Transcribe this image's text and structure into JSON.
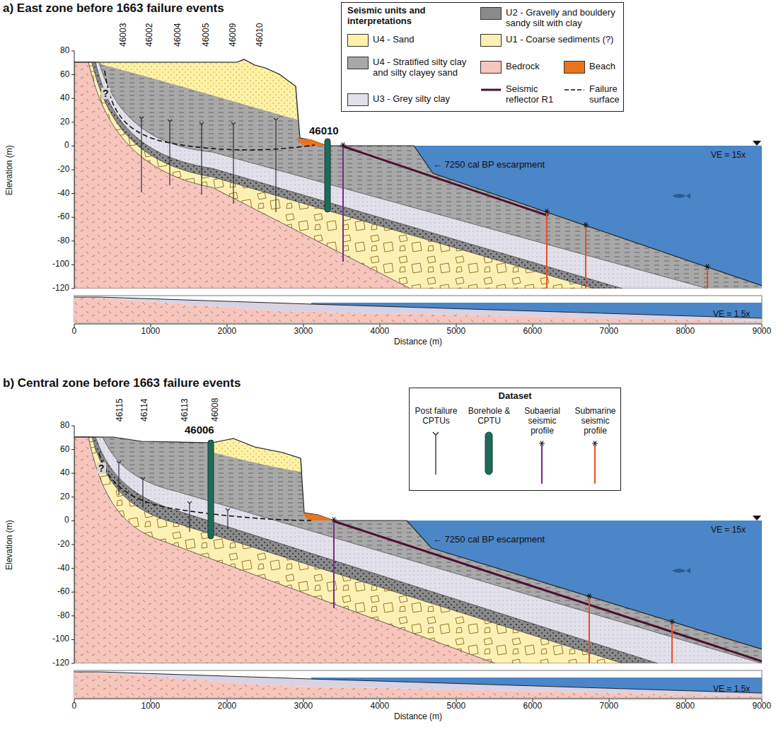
{
  "diagram": {
    "nodes": [
      {
        "text": [
          "Seismic units and interpretations"
        ]
      },
      {
        "text": [
          "Dataset"
        ]
      }
    ],
    "labels": [
      "a) East zone before 1663 failure events",
      "80",
      "60",
      "40",
      "20",
      "0",
      "-20",
      "-40",
      "-60",
      "-80",
      "-100",
      "-120",
      "Elevation (m)",
      "0",
      "1000",
      "2000",
      "3000",
      "4000",
      "5000",
      "6000",
      "7000",
      "8000",
      "9000",
      "Distance (m)",
      "46003",
      "46002",
      "46004",
      "46005",
      "46009",
      "46010",
      "46010",
      "← 7250 cal BP escarpment",
      "VE = 15x",
      "VE = 1.5x",
      "?",
      "b) Central zone before 1663 failure events",
      "80",
      "60",
      "40",
      "20",
      "0",
      "-20",
      "-40",
      "-60",
      "-80",
      "-100",
      "-120",
      "Elevation (m)",
      "0",
      "1000",
      "2000",
      "3000",
      "4000",
      "5000",
      "6000",
      "7000",
      "8000",
      "9000",
      "Distance (m)",
      "46115",
      "46114",
      "46113",
      "46008",
      "46006",
      "← 7250 cal BP escarpment",
      "VE = 15x",
      "VE = 1.5x",
      "?"
    ],
    "legend": [
      {
        "text": "U4 - Sand",
        "color": "#fff2a8"
      },
      {
        "text": "U2 - Gravelly and bouldery sandy silt with clay",
        "color": "#8a8a8a"
      },
      {
        "text": "U4 - Stratified silty clay and silty clayey sand",
        "color": "#a8a8a8"
      },
      {
        "text": "U1 - Coarse sediments (?)",
        "color": "#fdf0b4"
      },
      {
        "text": "U3 - Grey silty clay",
        "color": "#e2e0ea"
      },
      {
        "text": "Bedrock",
        "color": "#f6c6bd"
      },
      {
        "text": "Beach",
        "color": "#e8741e"
      },
      {
        "text": "Seismic reflector R1"
      },
      {
        "text": "Failure surface"
      },
      {
        "text": "Post failure CPTUs"
      },
      {
        "text": "Borehole & CPTU"
      },
      {
        "text": "Subaerial seismic profile"
      },
      {
        "text": "Submarine seismic profile"
      }
    ]
  }
}
